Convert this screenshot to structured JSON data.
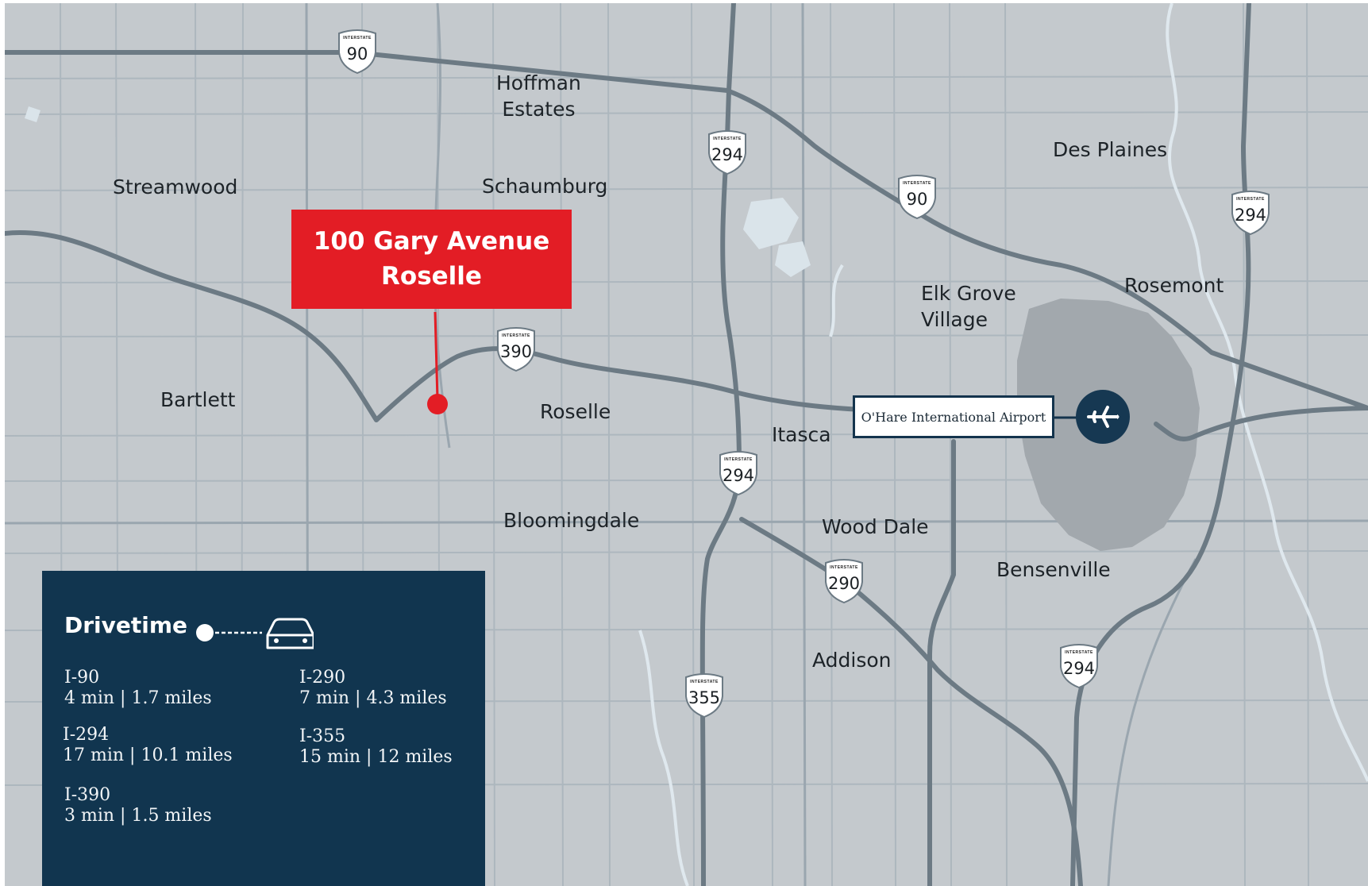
{
  "map": {
    "site": {
      "line1": "100 Gary Avenue",
      "line2": "Roselle"
    },
    "airport": {
      "label": "O'Hare International Airport",
      "icon": "airplane-icon"
    },
    "places": {
      "hoffman1": "Hoffman",
      "hoffman2": "Estates",
      "streamwood": "Streamwood",
      "schaumburg": "Schaumburg",
      "des_plaines": "Des Plaines",
      "elk1": "Elk Grove",
      "elk2": "Village",
      "rosemont": "Rosemont",
      "bartlett": "Bartlett",
      "roselle": "Roselle",
      "itasca": "Itasca",
      "bloomingdale": "Bloomingdale",
      "wood_dale": "Wood Dale",
      "bensenville": "Bensenville",
      "addison": "Addison"
    },
    "shields": {
      "i90_a": "90",
      "i294_a": "294",
      "i90_b": "90",
      "i294_b": "294",
      "i390": "390",
      "i294_c": "294",
      "i290": "290",
      "i355": "355",
      "i294_d": "294"
    },
    "shield_header": "INTERSTATE",
    "colors": {
      "site": "#e31d25",
      "legend": "#11354f",
      "highway": "#6c7a84",
      "road": "#a9b4bc",
      "water": "#dce6ec",
      "land": "#c4c9cd"
    }
  },
  "legend": {
    "title": "Drivetime",
    "icon": "car-icon",
    "items": [
      {
        "road": "I-90",
        "time": "4 min | 1.7 miles"
      },
      {
        "road": "I-290",
        "time": "7 min | 4.3 miles"
      },
      {
        "road": "I-294",
        "time": "17 min | 10.1 miles"
      },
      {
        "road": "I-355",
        "time": "15 min | 12 miles"
      },
      {
        "road": "I-390",
        "time": "3 min | 1.5 miles"
      }
    ]
  }
}
